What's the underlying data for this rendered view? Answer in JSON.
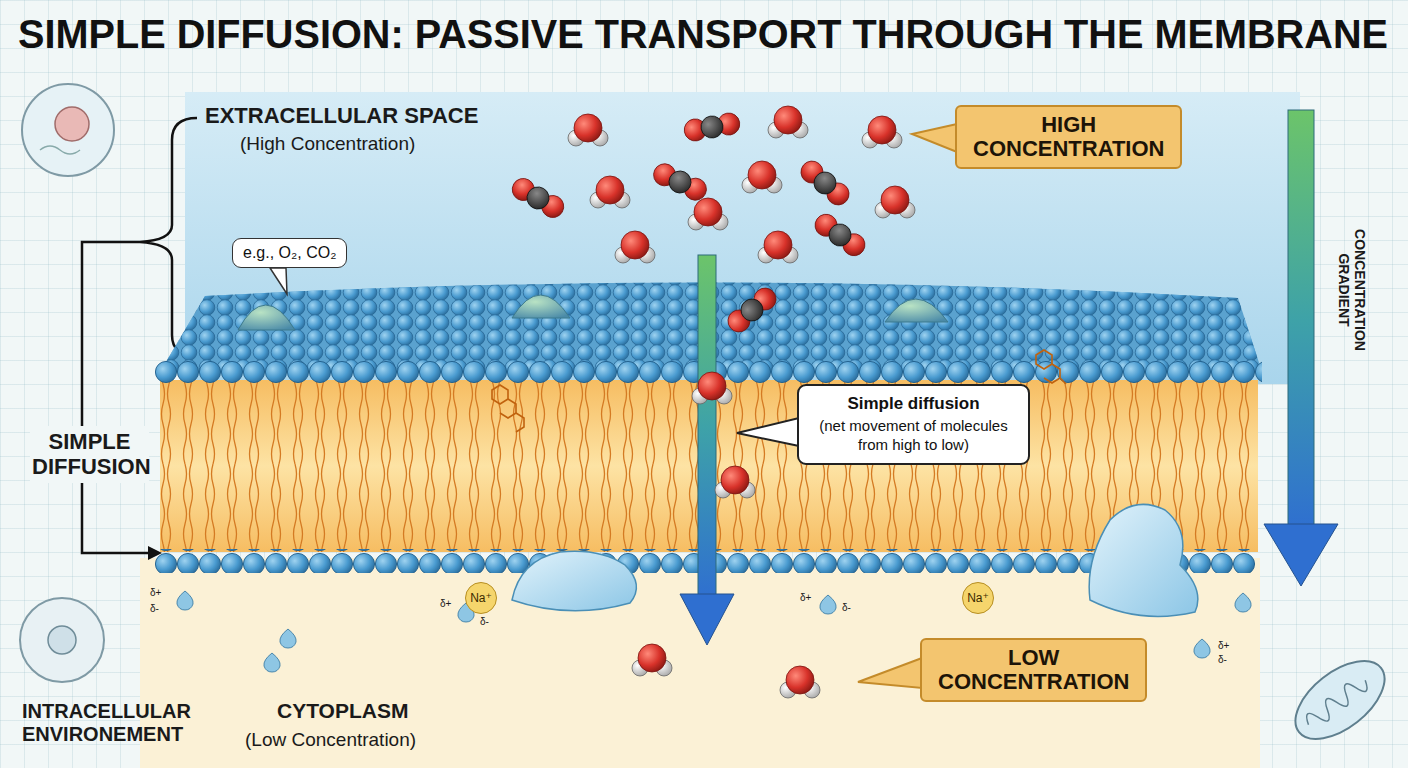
{
  "diagram": {
    "title": "SIMPLE DIFFUSION: PASSIVE TRANSPORT THROUGH THE MEMBRANE",
    "nodes": [
      {
        "text": [
          "e.g., O₂, CO₂"
        ]
      },
      {
        "text": [
          "HIGH CONCENTRATION"
        ]
      },
      {
        "text": [
          "Simple diffusion",
          "(net movement of molecules from high to low)"
        ]
      },
      {
        "text": [
          "Na⁺"
        ]
      },
      {
        "text": [
          "Na⁺"
        ]
      },
      {
        "text": [
          "LOW CONCENTRATION"
        ]
      }
    ],
    "labels": [
      "EXTRACELLULAR SPACE",
      "(High Concentration)",
      "CONCENTRATION GRADIENT",
      "SIMPLE DIFFUSION",
      "δ+",
      "δ-",
      "δ+",
      "δ-",
      "δ+",
      "δ-",
      "δ+",
      "δ-",
      "INTRACELLULAR ENVIRONEMENT",
      "CYTOPLASM",
      "(Low Concentration)"
    ]
  }
}
